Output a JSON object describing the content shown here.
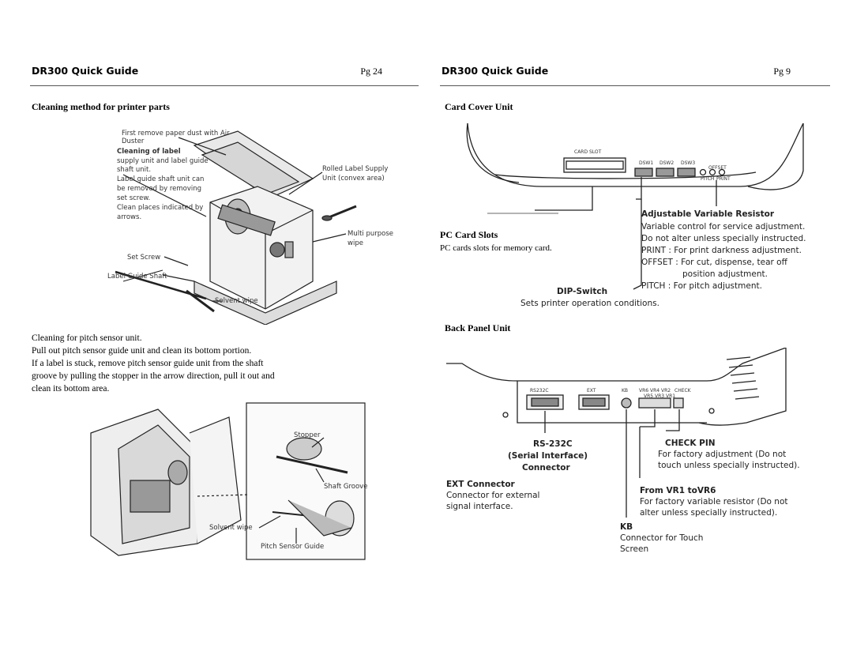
{
  "left_page": {
    "header_title": "DR300 Quick Guide",
    "page_number": "Pg 24",
    "section_title": "Cleaning method for printer parts",
    "figure1": {
      "labels": {
        "first_remove": [
          "First remove paper dust with Air",
          "Duster"
        ],
        "cleaning_label": [
          "Cleaning of label",
          "supply unit and label guide",
          "shaft unit.",
          "Label guide shaft unit can",
          "be removed by removing",
          "set screw.",
          "Clean places indicated by",
          "arrows."
        ],
        "rolled_label": [
          "Rolled Label Supply",
          "Unit (convex area)"
        ],
        "multi_purpose": [
          "Multi purpose",
          "wipe"
        ],
        "set_screw": "Set Screw",
        "label_guide_shaft": "Label Guide Shaft",
        "solvent_wipe": "Solvent wipe"
      }
    },
    "body_lines": [
      "Cleaning for pitch sensor unit.",
      "Pull out pitch sensor guide unit and clean its bottom portion.",
      "If a label is stuck, remove pitch sensor guide unit from the shaft",
      "groove by pulling the stopper in the arrow direction, pull it out and",
      "clean its bottom area."
    ],
    "figure2": {
      "labels": {
        "stopper": "Stopper",
        "shaft_groove": "Shaft Groove",
        "solvent_wipe": "Solvent wipe",
        "pitch_sensor_guide": "Pitch Sensor Guide"
      }
    }
  },
  "right_page": {
    "header_title": "DR300 Quick Guide",
    "page_number": "Pg 9",
    "card_cover_title": "Card Cover Unit",
    "pc_card_title": "PC Card Slots",
    "pc_card_text": "PC cards slots for memory card.",
    "card_figure": {
      "card_slot": "CARD SLOT",
      "dsw1": "DSW1",
      "dsw2": "DSW2",
      "dsw3": "DSW3",
      "offset": "OFFSET",
      "pitch": "PITCH",
      "print": "PRINT",
      "adjustable_title": "Adjustable Variable Resistor",
      "adjustable_lines": [
        "Variable control for service adjustment.",
        "Do not alter unless specially instructed."
      ],
      "print_line": "PRINT  : For print darkness adjustment.",
      "offset_line1": "OFFSET : For cut, dispense, tear off",
      "offset_line2": "position adjustment.",
      "pitch_line": "PITCH  : For pitch adjustment.",
      "dip_title": "DIP-Switch",
      "dip_text": "Sets printer operation conditions."
    },
    "back_panel_title": "Back Panel Unit",
    "back_figure": {
      "rs232c_port": "RS232C",
      "ext_port": "EXT",
      "kb_port": "KB",
      "vr_top": "VR6 VR4 VR2",
      "vr_bottom": "VR5 VR3 VR1",
      "check": "CHECK",
      "rs232c_title": "RS-232C",
      "rs232c_sub": "(Serial Interface)",
      "rs232c_conn": "Connector",
      "ext_title": "EXT Connector",
      "ext_lines": [
        "Connector for external",
        "signal interface."
      ],
      "check_title": "CHECK PIN",
      "check_lines": [
        "For factory adjustment (Do not",
        "touch unless specially instructed)."
      ],
      "vr_title": "From VR1 toVR6",
      "vr_lines": [
        "For factory variable resistor (Do not",
        "alter unless specially instructed)."
      ],
      "kb_title": "KB",
      "kb_lines": [
        "Connector for Touch",
        "Screen"
      ]
    }
  }
}
